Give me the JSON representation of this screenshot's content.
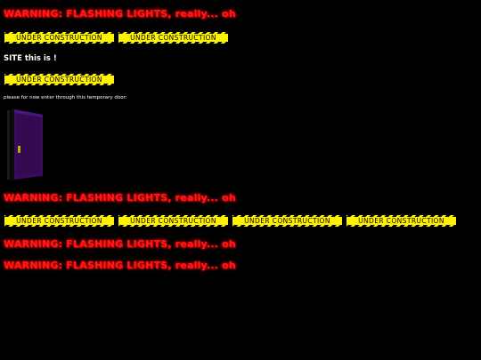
{
  "warnings": {
    "text": "WARNING: FLASHING LIGHTS, really... oh"
  },
  "under_construction": {
    "label": "UNDER CONSTRUCTION"
  },
  "site": {
    "title": "SITE this is !",
    "door_instruction": "please for now enter through this temporary door:"
  },
  "icons": {
    "door": "door-icon",
    "hazard_stripe": "hazard-stripe"
  },
  "colors": {
    "background": "#000000",
    "warning_text": "#ff1a1a",
    "banner_yellow": "#fff200",
    "door_purple": "#3a0a5c"
  }
}
